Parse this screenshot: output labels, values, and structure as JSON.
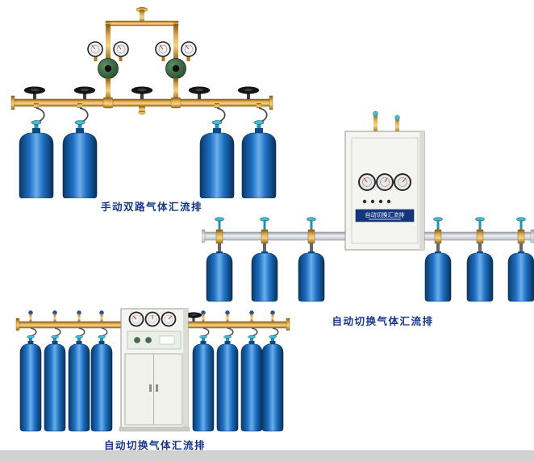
{
  "page": {
    "background_color": "#ffffff",
    "bottom_strip_color": "#d2d2d2"
  },
  "products": [
    {
      "id": "manual-dual-manifold",
      "caption": "手动双路气体汇流排"
    },
    {
      "id": "auto-switch-wall-manifold",
      "caption": "自动切换气体汇流排",
      "cabinet_label": "自动切换汇流排"
    },
    {
      "id": "auto-switch-floor-manifold",
      "caption": "自动切换气体汇流排"
    }
  ],
  "colors": {
    "caption_text": "#16368c",
    "cylinder_blue": "#1e6fc4",
    "brass_pipe": "#d9a53c",
    "silver_pipe": "#c9ccd0",
    "valve_teal": "#45bcd1",
    "regulator_green": "#2e5d38",
    "cabinet_body": "#f4f4f0",
    "cabinet_plate_navy": "#15357e"
  }
}
